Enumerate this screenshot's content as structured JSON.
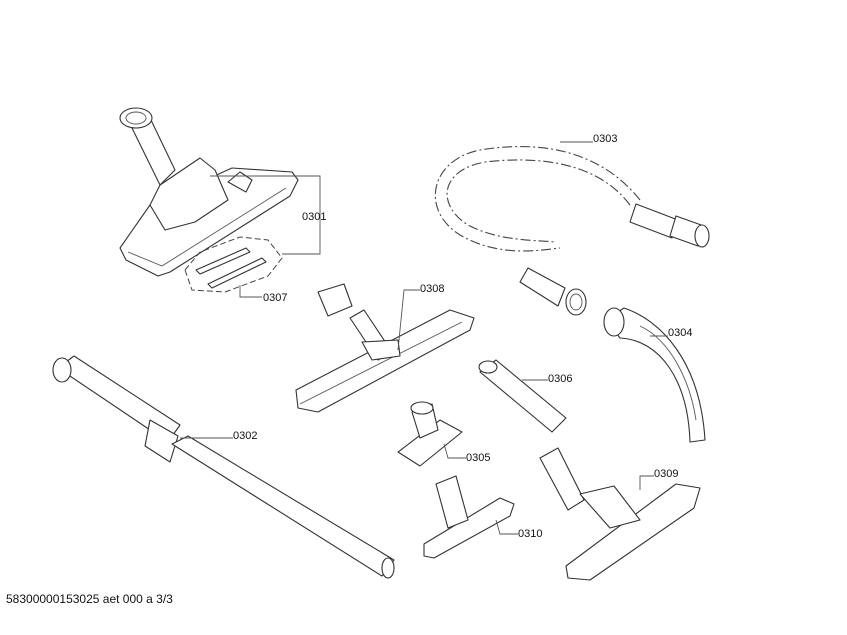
{
  "labels": {
    "p0301": "0301",
    "p0302": "0302",
    "p0303": "0303",
    "p0304": "0304",
    "p0305": "0305",
    "p0306": "0306",
    "p0307": "0307",
    "p0308": "0308",
    "p0309": "0309",
    "p0310": "0310"
  },
  "footer": "58300000153025 aet 000 a 3/3"
}
